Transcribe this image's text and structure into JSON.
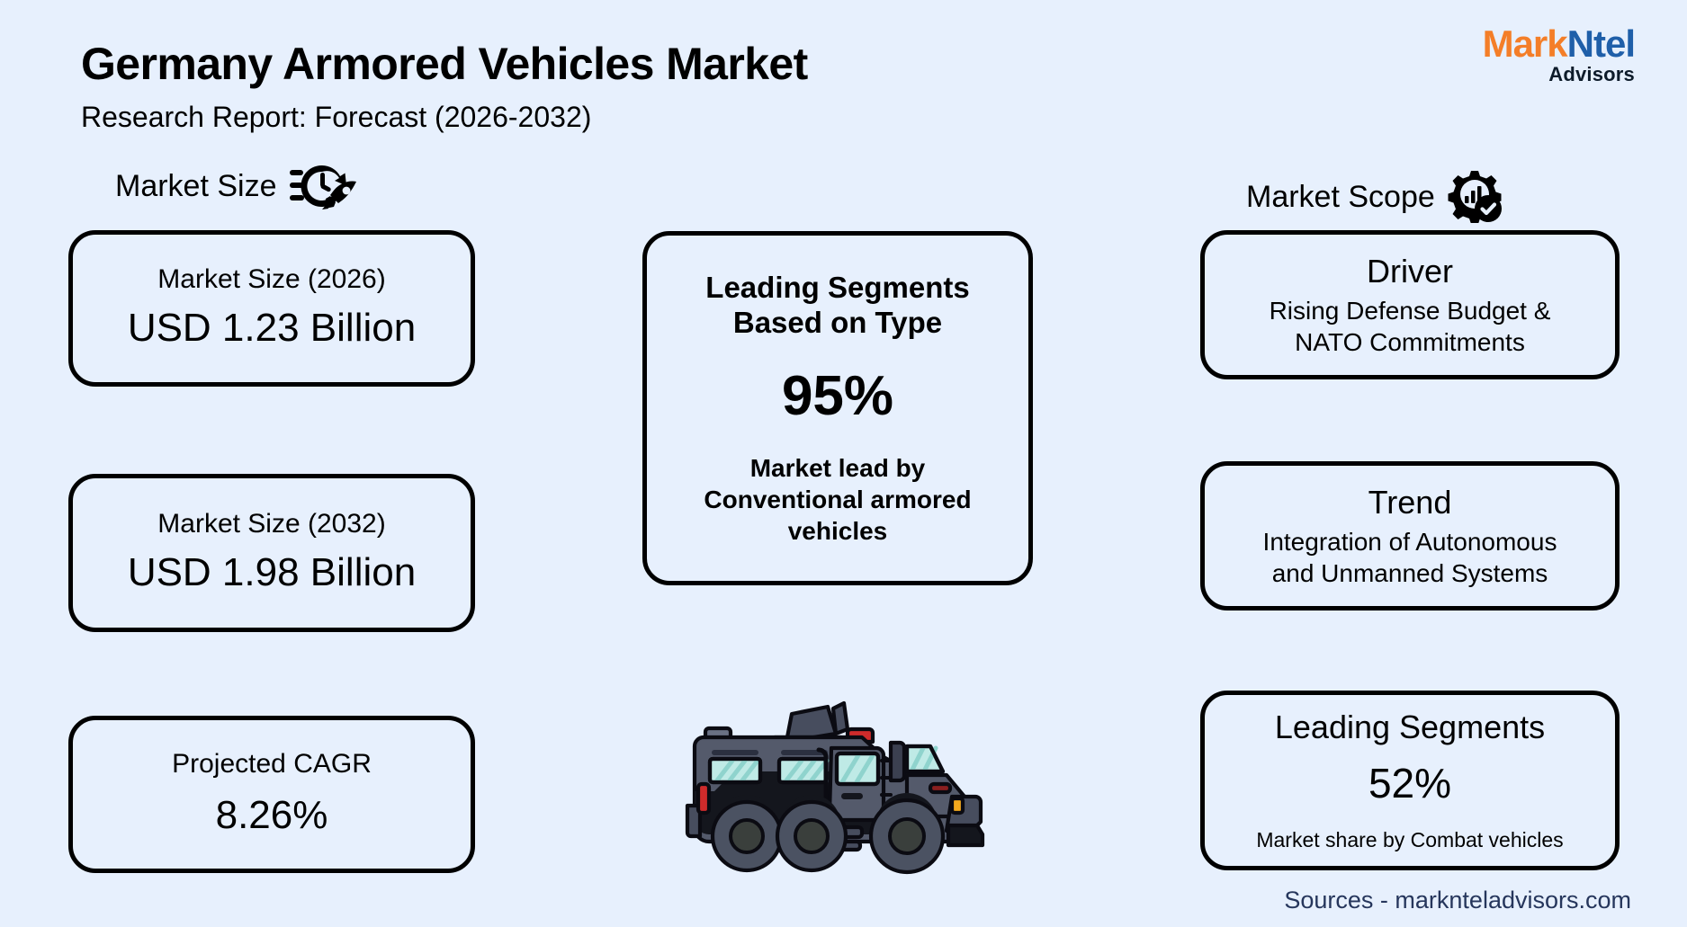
{
  "header": {
    "title": "Germany Armored Vehicles Market",
    "subtitle": "Research Report: Forecast (2026-2032)"
  },
  "logo": {
    "part1": "Mark",
    "part2": "Ntel",
    "sub": "Advisors",
    "color1": "#f47e28",
    "color2": "#1f5fa9"
  },
  "sections": {
    "left": {
      "label": "Market Size",
      "icon": "clock-rocket-icon"
    },
    "right": {
      "label": "Market Scope",
      "icon": "gear-chart-check-icon"
    }
  },
  "cards": {
    "market_size_2026": {
      "head": "Market Size (2026)",
      "value": "USD 1.23 Billion"
    },
    "market_size_2032": {
      "head": "Market Size (2032)",
      "value": "USD 1.98 Billion"
    },
    "projected_cagr": {
      "head": "Projected CAGR",
      "value": "8.26%"
    },
    "leading_segments_type": {
      "head_line1": "Leading Segments",
      "head_line2": "Based on Type",
      "percent": "95%",
      "note_line1": "Market lead by",
      "note_line2": "Conventional armored",
      "note_line3": "vehicles"
    },
    "driver": {
      "title": "Driver",
      "body_line1": "Rising Defense Budget &",
      "body_line2": "NATO Commitments"
    },
    "trend": {
      "title": "Trend",
      "body_line1": "Integration of Autonomous",
      "body_line2": "and Unmanned Systems"
    },
    "leading_segments_share": {
      "title": "Leading Segments",
      "percent": "52%",
      "note": "Market share by Combat vehicles"
    }
  },
  "illustration": {
    "name": "armored-vehicle-illustration",
    "body_color": "#545a6b",
    "body_dark": "#474d5e",
    "window_color": "#bfeae6",
    "wheel_color": "#4b5262",
    "tail_light": "#cf2b2b",
    "signal_light": "#f2a81d",
    "outline": "#0b0b12"
  },
  "footer": {
    "sources": "Sources - marknteladvisors.com",
    "color": "#26365c"
  },
  "theme": {
    "background": "#e7f0fd",
    "card_border": "#000000",
    "text": "#000000"
  }
}
